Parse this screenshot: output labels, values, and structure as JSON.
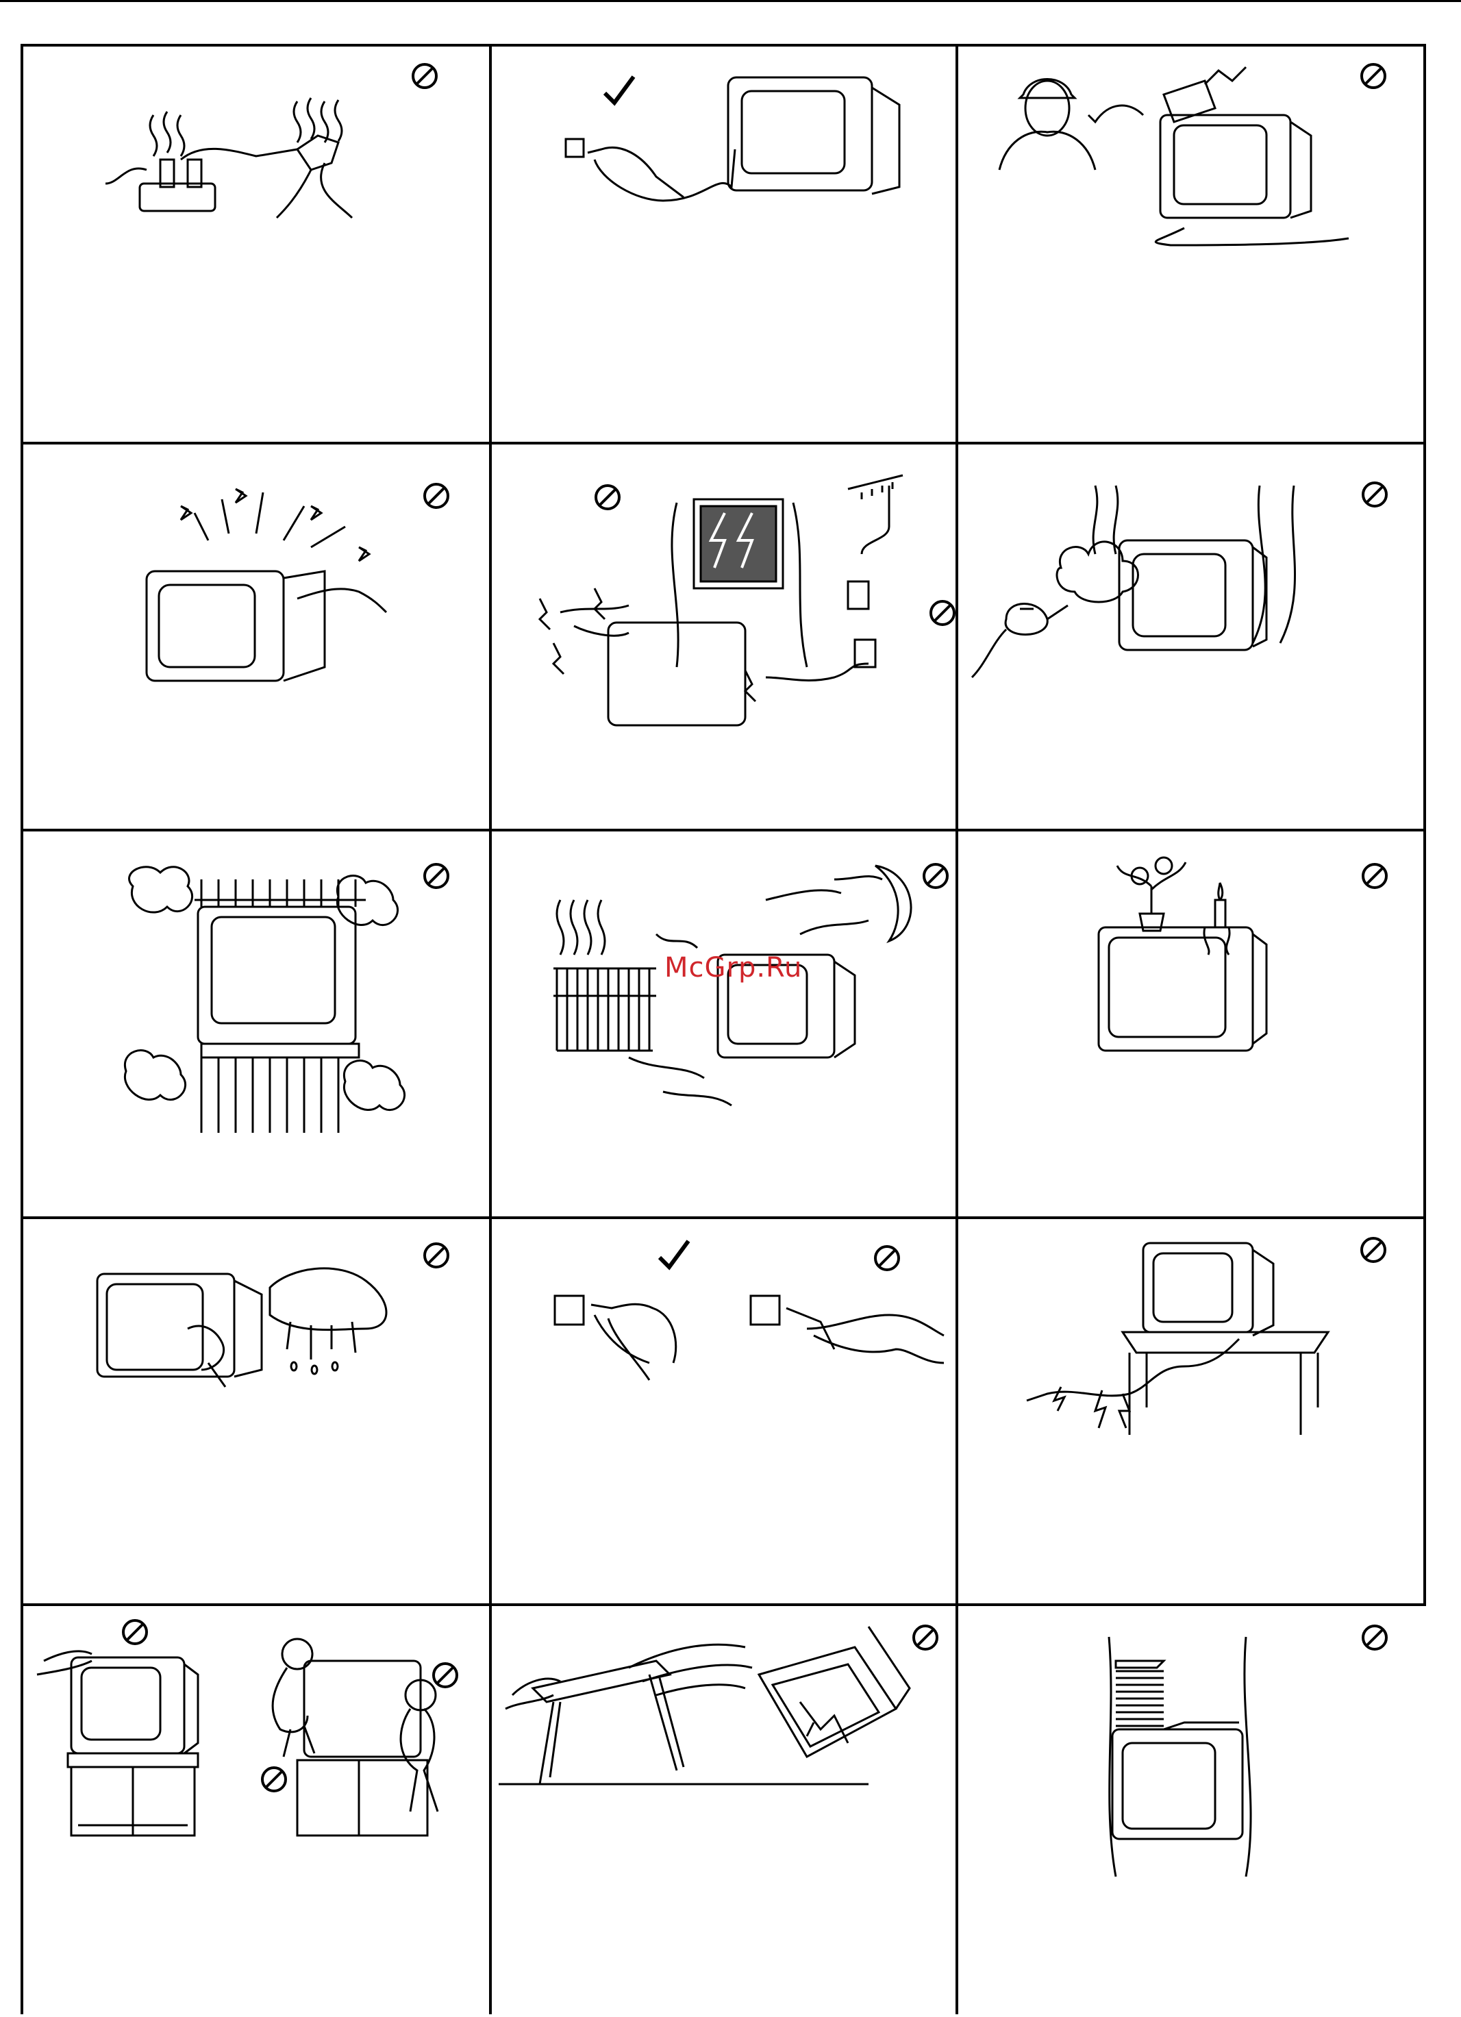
{
  "page": {
    "watermark": "McGrp.Ru"
  },
  "colors": {
    "line": "#000000",
    "watermark": "#d0262b"
  },
  "panels": [
    {
      "id": "p1",
      "icon": "prohibited-symbol",
      "subject": "overloaded-outlet"
    },
    {
      "id": "p2",
      "icon": "check-mark",
      "subject": "unplug-power-cord"
    },
    {
      "id": "p3",
      "icon": "prohibited-symbol",
      "subject": "call-service"
    },
    {
      "id": "p4",
      "icon": "prohibited-symbol",
      "subject": "insert-objects"
    },
    {
      "id": "p5",
      "icon": "prohibited-symbol",
      "subject": "lightning-storm"
    },
    {
      "id": "p6",
      "icon": "prohibited-symbol",
      "subject": "steam-humidity"
    },
    {
      "id": "p7",
      "icon": "prohibited-symbol",
      "subject": "blocked-ventilation"
    },
    {
      "id": "p8",
      "icon": "prohibited-symbol",
      "subject": "heat-sources"
    },
    {
      "id": "p9",
      "icon": "prohibited-symbol",
      "subject": "vase-candle-on-top"
    },
    {
      "id": "p10",
      "icon": "prohibited-symbol",
      "subject": "wet-cloth-cleaning"
    },
    {
      "id": "p11",
      "icon": "check-mark",
      "subject": "pull-by-plug"
    },
    {
      "id": "p12",
      "icon": "prohibited-symbol",
      "subject": "damaged-cord"
    },
    {
      "id": "p13",
      "icon": "prohibited-symbol",
      "subject": "children-climbing"
    },
    {
      "id": "p14",
      "icon": "prohibited-symbol",
      "subject": "unstable-table"
    },
    {
      "id": "p15",
      "icon": "prohibited-symbol",
      "subject": "objects-on-top"
    }
  ]
}
